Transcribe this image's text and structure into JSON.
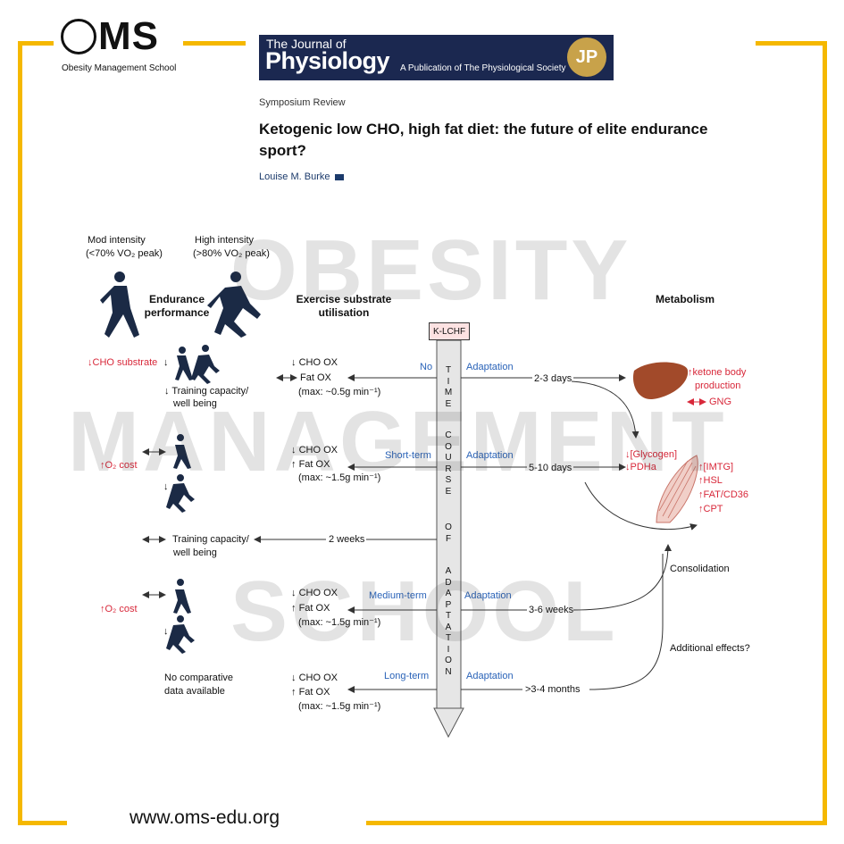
{
  "oms": {
    "brand": "OMS",
    "subtitle": "Obesity Management School",
    "website": "www.oms-edu.org"
  },
  "journal": {
    "name_top": "The Journal of",
    "name_bottom": "Physiology",
    "publisher": "A Publication of The Physiological Society",
    "badge": "JP"
  },
  "article": {
    "type": "Symposium Review",
    "title": "Ketogenic low CHO, high fat diet: the future of elite endurance sport?",
    "author": "Louise M. Burke"
  },
  "watermark": {
    "line1": "OBESITY",
    "line2": "MANAGEMENT",
    "line3": "SCHOOL"
  },
  "figure": {
    "mod_intensity": "Mod intensity",
    "mod_intensity_sub": "(<70% VO₂ peak)",
    "high_intensity": "High intensity",
    "high_intensity_sub": "(>80% VO₂ peak)",
    "col_endurance": "Endurance performance",
    "col_substrate": "Exercise substrate utilisation",
    "col_metabolism": "Metabolism",
    "klchf": "K-LCHF",
    "time_axis": "TIME COURSE OF ADAPTATION",
    "rows": [
      {
        "stage": "No",
        "adaptation": "Adaptation",
        "duration": "2-3 days",
        "cho_ox": "CHO OX",
        "fat_ox": "Fat OX",
        "max": "(max: ~0.5g min⁻¹)"
      },
      {
        "stage": "Short-term",
        "adaptation": "Adaptation",
        "duration": "5-10 days",
        "cho_ox": "CHO OX",
        "fat_ox": "Fat OX",
        "max": "(max: ~1.5g min⁻¹)"
      },
      {
        "stage": "",
        "adaptation": "",
        "duration": "2 weeks",
        "cho_ox": "",
        "fat_ox": "",
        "max": ""
      },
      {
        "stage": "Medium-term",
        "adaptation": "Adaptation",
        "duration": "3-6 weeks",
        "cho_ox": "CHO OX",
        "fat_ox": "Fat OX",
        "max": "(max: ~1.5g min⁻¹)"
      },
      {
        "stage": "Long-term",
        "adaptation": "Adaptation",
        "duration": ">3-4 months",
        "cho_ox": "CHO OX",
        "fat_ox": "Fat OX",
        "max": "(max: ~1.5g min⁻¹)"
      }
    ],
    "cho_substrate": "CHO substrate",
    "training_capacity": "Training capacity/",
    "well_being": "well being",
    "o2_cost": "O₂ cost",
    "no_data_1": "No comparative",
    "no_data_2": "data available",
    "ketone_1": "ketone body",
    "ketone_2": "production",
    "gng": "GNG",
    "glycogen": "[Glycogen]",
    "pdha": "PDHa",
    "imtg": "[IMTG]",
    "hsl": "HSL",
    "fat_cd36": "FAT/CD36",
    "cpt": "CPT",
    "consolidation": "Consolidation",
    "additional": "Additional effects?"
  },
  "colors": {
    "frame": "#f5b800",
    "journal_navy": "#1b2850",
    "red": "#d8283a",
    "blue": "#2a63b8"
  }
}
